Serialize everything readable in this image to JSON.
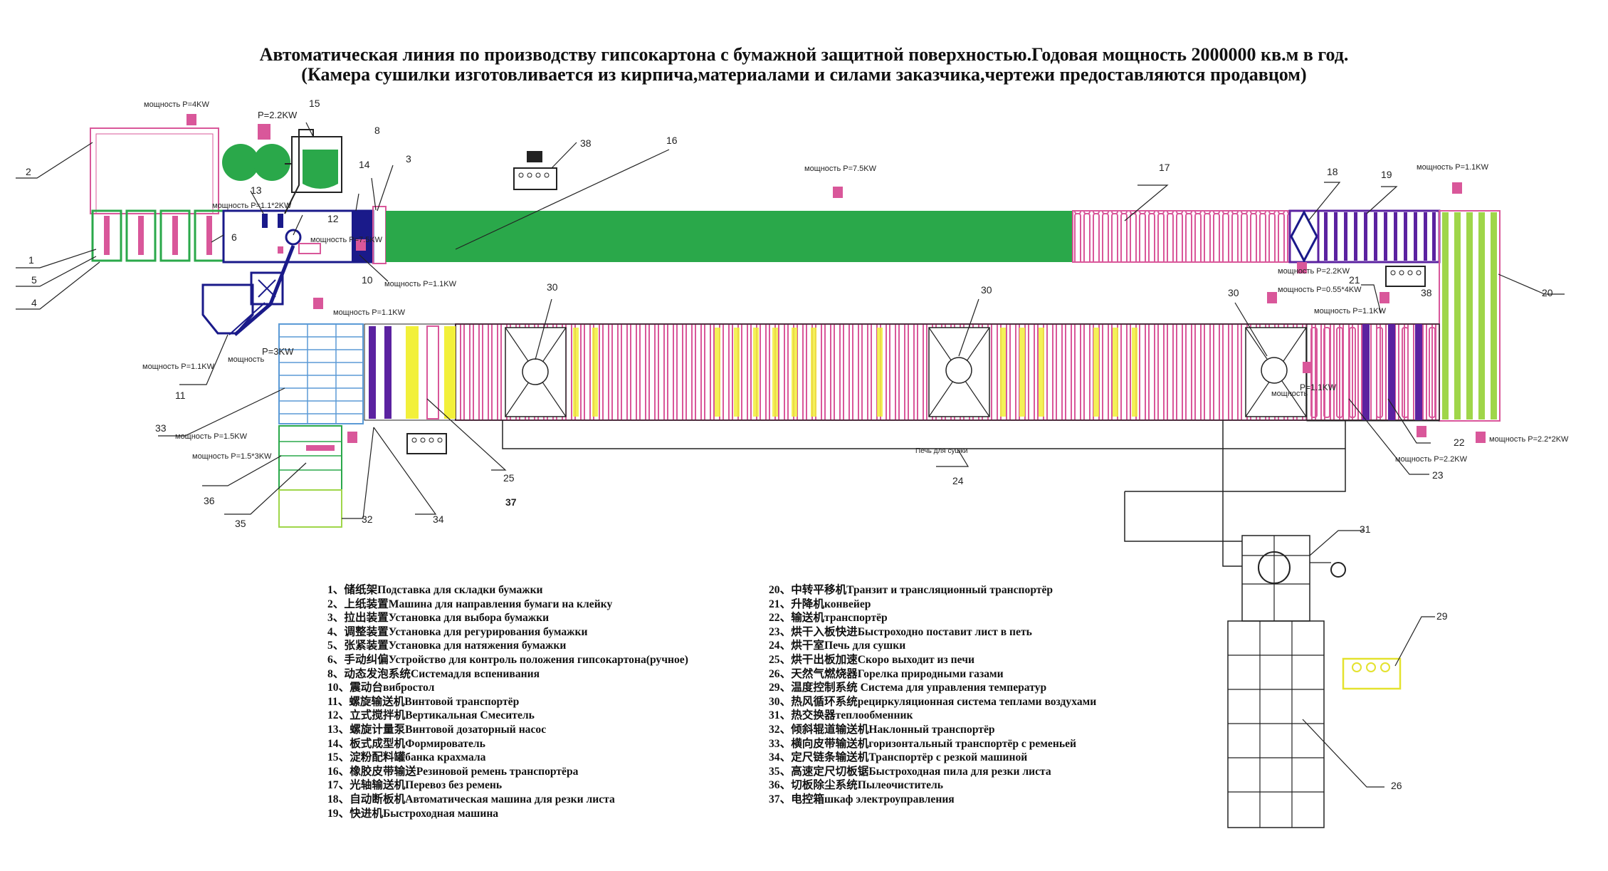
{
  "title": {
    "line1": "Автоматическая линия по производству гипсокартона с бумажной защитной поверхностью.Годовая мощность 2000000 кв.м в год.",
    "line2": "(Камера сушилки изготовливается из кирпича,материалами и силами заказчика,чертежи предоставляются продавцом)"
  },
  "colors": {
    "pink": "#d9579a",
    "green": "#2aa84a",
    "purple": "#5b22a0",
    "navy": "#1a1a8a",
    "yellow": "#f2f03a",
    "lightgreen": "#9fd64a",
    "grey": "#444444"
  },
  "power": {
    "p4": "мощность P=4KW",
    "p22": "P=2.2KW",
    "p11x2": "мощность P=1.1*2KW",
    "p75a": "мощность P=7.5KW",
    "p75b": "мощность P=7.5KW",
    "p11a": "мощность P=1.1KW",
    "p11b": "мощность P=1.1KW",
    "p3": "P=3KW",
    "p11c": "мощность P=1.1KW",
    "mosh1": "мощность",
    "p15": "мощность P=1.5KW",
    "p15x3": "мощность P=1.5*3KW",
    "p11d": "мощность P=1.1KW",
    "p22b": "мощность P=2.2KW",
    "p055": "мощность P=0.55*4KW",
    "p11e": "мощность P=1.1KW",
    "p11f": "P=1.1KW",
    "mosh2": "мощность",
    "p22c": "мощность P=2.2KW",
    "p22x2": "мощность P=2.2*2KW"
  },
  "oven_label": "Печь для сушки",
  "numbers": {
    "n1": "1",
    "n2": "2",
    "n3": "3",
    "n4": "4",
    "n5": "5",
    "n6": "6",
    "n8": "8",
    "n10": "10",
    "n11": "11",
    "n12": "12",
    "n13": "13",
    "n14": "14",
    "n15": "15",
    "n16": "16",
    "n17": "17",
    "n18": "18",
    "n19": "19",
    "n20": "20",
    "n21": "21",
    "n22": "22",
    "n23": "23",
    "n24": "24",
    "n25": "25",
    "n26": "26",
    "n29": "29",
    "n30a": "30",
    "n30b": "30",
    "n30c": "30",
    "n31": "31",
    "n32": "32",
    "n33": "33",
    "n34": "34",
    "n35": "35",
    "n36": "36",
    "n37": "37",
    "n38a": "38",
    "n38b": "38"
  },
  "legend_left": [
    "1、储纸架Подставка для складки бумажки",
    "2、上纸装置Машина для направления бумаги на клейку",
    "3、拉出装置Установка для выбора бумажки",
    "4、调整装置Установка для регурирования бумажки",
    "5、张紧装置Установка для натяжения бумажки",
    "6、手动纠偏Устройство для контроль положения гипсокартона(ручное)",
    "8、动态发泡系统Системадля вспенивания",
    "10、震动台вибростол",
    "11、螺旋输送机Винтовой транспортёр",
    "12、立式搅拌机Вертикальная Смеситель",
    "13、螺旋计量泵Винтовой дозаторный насос",
    "14、板式成型机Формирователь",
    "15、淀粉配料罐банка крахмала",
    "16、橡胶皮带输送Резиновой ремень транспортёра",
    "17、光轴输送机Перевоз без ремень",
    "18、自动断板机Автоматическая машина для резки листа",
    "19、快进机Быстроходная машина"
  ],
  "legend_right": [
    "20、中转平移机Транзит и трансляционный транспортёр",
    "21、升降机конвейер",
    "22、输送机транспортёр",
    "23、烘干入板快进Быстроходно поставит лист в петь",
    "24、烘干室Печь для сушки",
    "25、烘干出板加速Скоро выходит из печи",
    "26、天然气燃烧器Горелка природными газами",
    "29、温度控制系统 Система для управления температур",
    "30、热风循环系统рециркуляционная система теплами воздухами",
    "31、热交换器теплообменник",
    "32、倾斜辊道输送机Наклонный транспортёр",
    "33、横向皮带输送机горизонтальный транспортёр с ременьей",
    "34、定尺链条输送机Транспортёр с резкой машиной",
    "35、高速定尺切板锯Быстроходная пила для резки листа",
    "36、切板除尘系统Пылеочиститель",
    "37、电控箱шкаф электроуправления"
  ]
}
